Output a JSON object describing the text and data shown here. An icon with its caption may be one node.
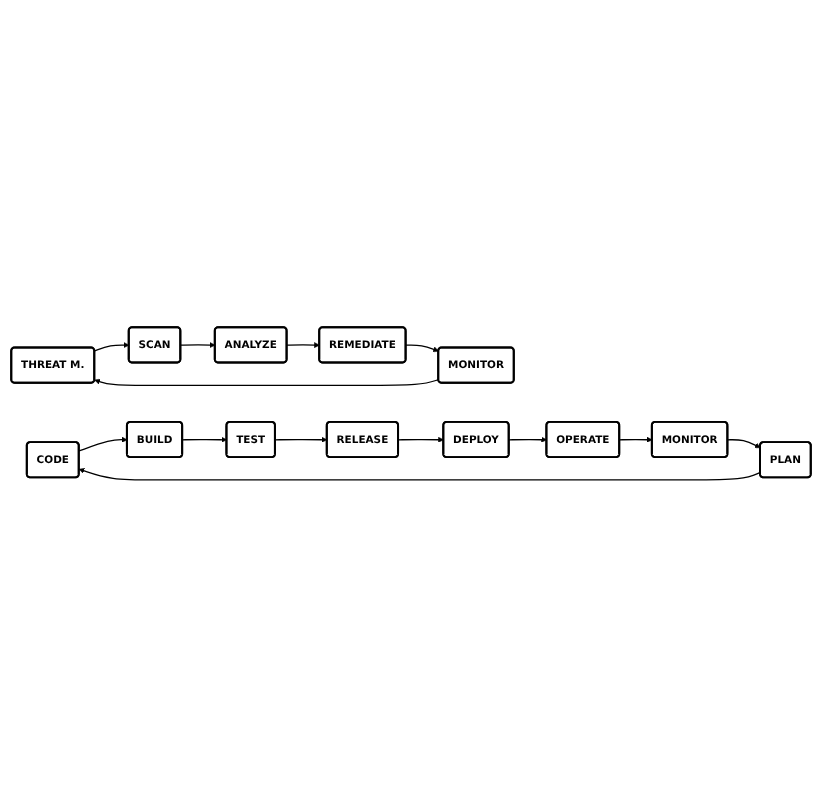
{
  "diagram": {
    "nodes": [
      {
        "text": [
          "THREAT M."
        ]
      },
      {
        "text": [
          "SCAN"
        ]
      },
      {
        "text": [
          "ANALYZE"
        ]
      },
      {
        "text": [
          "REMEDIATE"
        ]
      },
      {
        "text": [
          "MONITOR"
        ]
      },
      {
        "text": [
          "CODE"
        ]
      },
      {
        "text": [
          "PLAN"
        ]
      },
      {
        "text": [
          "DEPLOY"
        ]
      },
      {
        "text": [
          "OPERATE"
        ]
      },
      {
        "text": [
          "RELEASE"
        ]
      },
      {
        "text": [
          "BUILD"
        ]
      },
      {
        "text": [
          "TEST"
        ]
      },
      {
        "text": [
          "MONITOR"
        ]
      }
    ],
    "edges": [
      {
        "from": 0,
        "to": 1,
        "arrow": "to"
      },
      {
        "from": 1,
        "to": 2,
        "arrow": "to"
      },
      {
        "from": 2,
        "to": 3,
        "arrow": "to"
      },
      {
        "from": 3,
        "to": 4,
        "arrow": "to"
      },
      {
        "from": 4,
        "to": 0,
        "arrow": "to"
      },
      {
        "from": 6,
        "to": 5,
        "arrow": "to"
      },
      {
        "from": 5,
        "to": 10,
        "arrow": "to"
      },
      {
        "from": 10,
        "to": 11,
        "arrow": "to"
      },
      {
        "from": 11,
        "to": 9,
        "arrow": "to"
      },
      {
        "from": 9,
        "to": 7,
        "arrow": "to"
      },
      {
        "from": 7,
        "to": 8,
        "arrow": "to"
      },
      {
        "from": 8,
        "to": 12,
        "arrow": "to"
      },
      {
        "from": 12,
        "to": 6,
        "arrow": "to"
      }
    ]
  }
}
